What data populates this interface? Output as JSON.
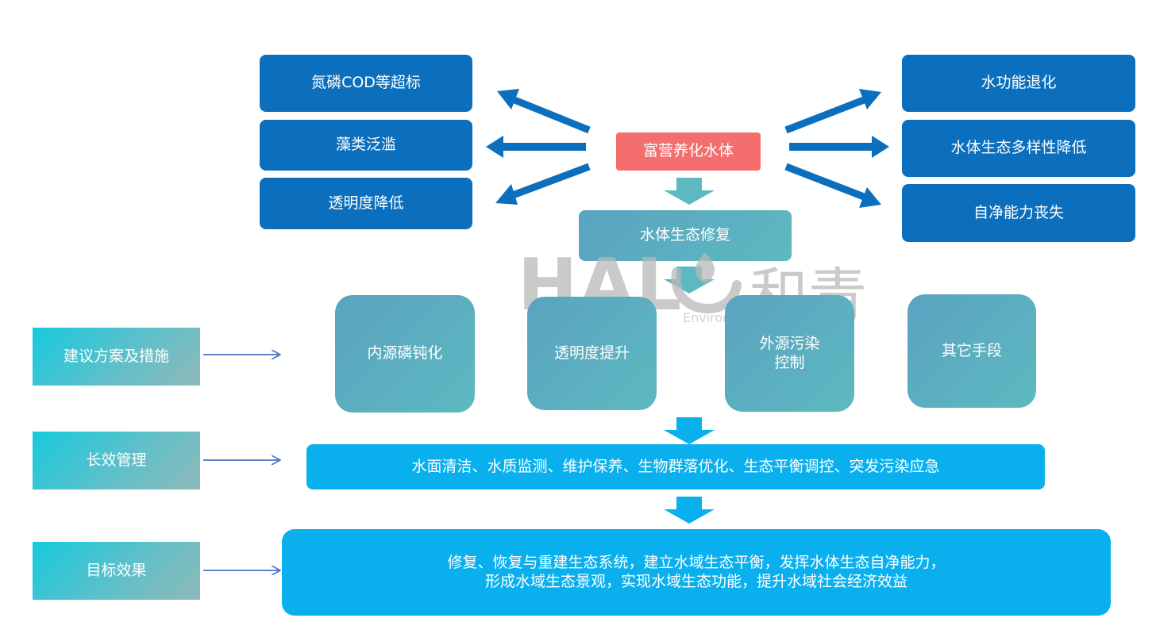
{
  "center": {
    "label": "富营养化水体"
  },
  "causes": [
    {
      "label": "氮磷COD等超标"
    },
    {
      "label": "藻类泛滥"
    },
    {
      "label": "透明度降低"
    }
  ],
  "effects": [
    {
      "label": "水功能退化"
    },
    {
      "label": "水体生态多样性降低"
    },
    {
      "label": "自净能力丧失"
    }
  ],
  "restoration": {
    "label": "水体生态修复"
  },
  "measures": [
    {
      "line1": "内源磷钝化",
      "line2": ""
    },
    {
      "line1": "透明度提升",
      "line2": ""
    },
    {
      "line1": "外源污染",
      "line2": "控制"
    },
    {
      "line1": "其它手段",
      "line2": ""
    }
  ],
  "rows": [
    {
      "label": "建议方案及措施"
    },
    {
      "label": "长效管理"
    },
    {
      "label": "目标效果"
    }
  ],
  "management": {
    "text": "水面清洁、水质监测、维护保养、生物群落优化、生态平衡调控、突发污染应急"
  },
  "goal": {
    "line1": "修复、恢复与重建生态系统，建立水域生态平衡，发挥水体生态自净能力，",
    "line2": "形成水域生态景观，实现水域生态功能，提升水域社会经济效益"
  },
  "watermark": {
    "mark": "HAL",
    "cn": "和青",
    "en": "Environmental Technology"
  },
  "colors": {
    "dark_blue": "#0b6fbd",
    "coral": "#f46e6e",
    "teal": "#5db9bf",
    "bright_blue": "#0ab0ee",
    "arrow_blue": "#0b6fbd",
    "connector": "#4472c4"
  }
}
